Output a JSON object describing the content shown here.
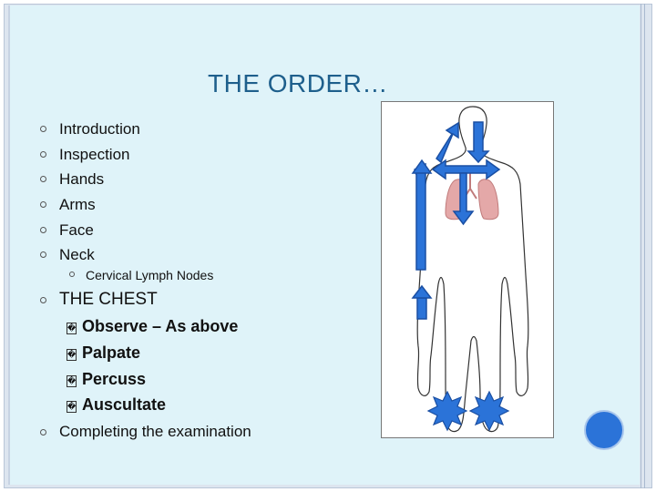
{
  "slide": {
    "title": "THE ORDER…",
    "items": [
      "Introduction",
      "Inspection",
      "Hands",
      "Arms",
      "Face",
      "Neck"
    ],
    "neck_sub": "Cervical Lymph Nodes",
    "chest": {
      "heading": "THE CHEST",
      "box_glyph": "�",
      "subitems": [
        "Observe – As above",
        "Palpate",
        "Percuss",
        "Auscultate"
      ]
    },
    "completing": "Completing the examination"
  },
  "colors": {
    "title": "#1e5f8c",
    "arrow": "#2b73d8",
    "lungs": "#e4a8a8",
    "background": "#dff3f9"
  },
  "figure": {
    "icons": [
      "body-outline-icon",
      "lungs-icon",
      "arrow-icon",
      "star-icon"
    ]
  }
}
